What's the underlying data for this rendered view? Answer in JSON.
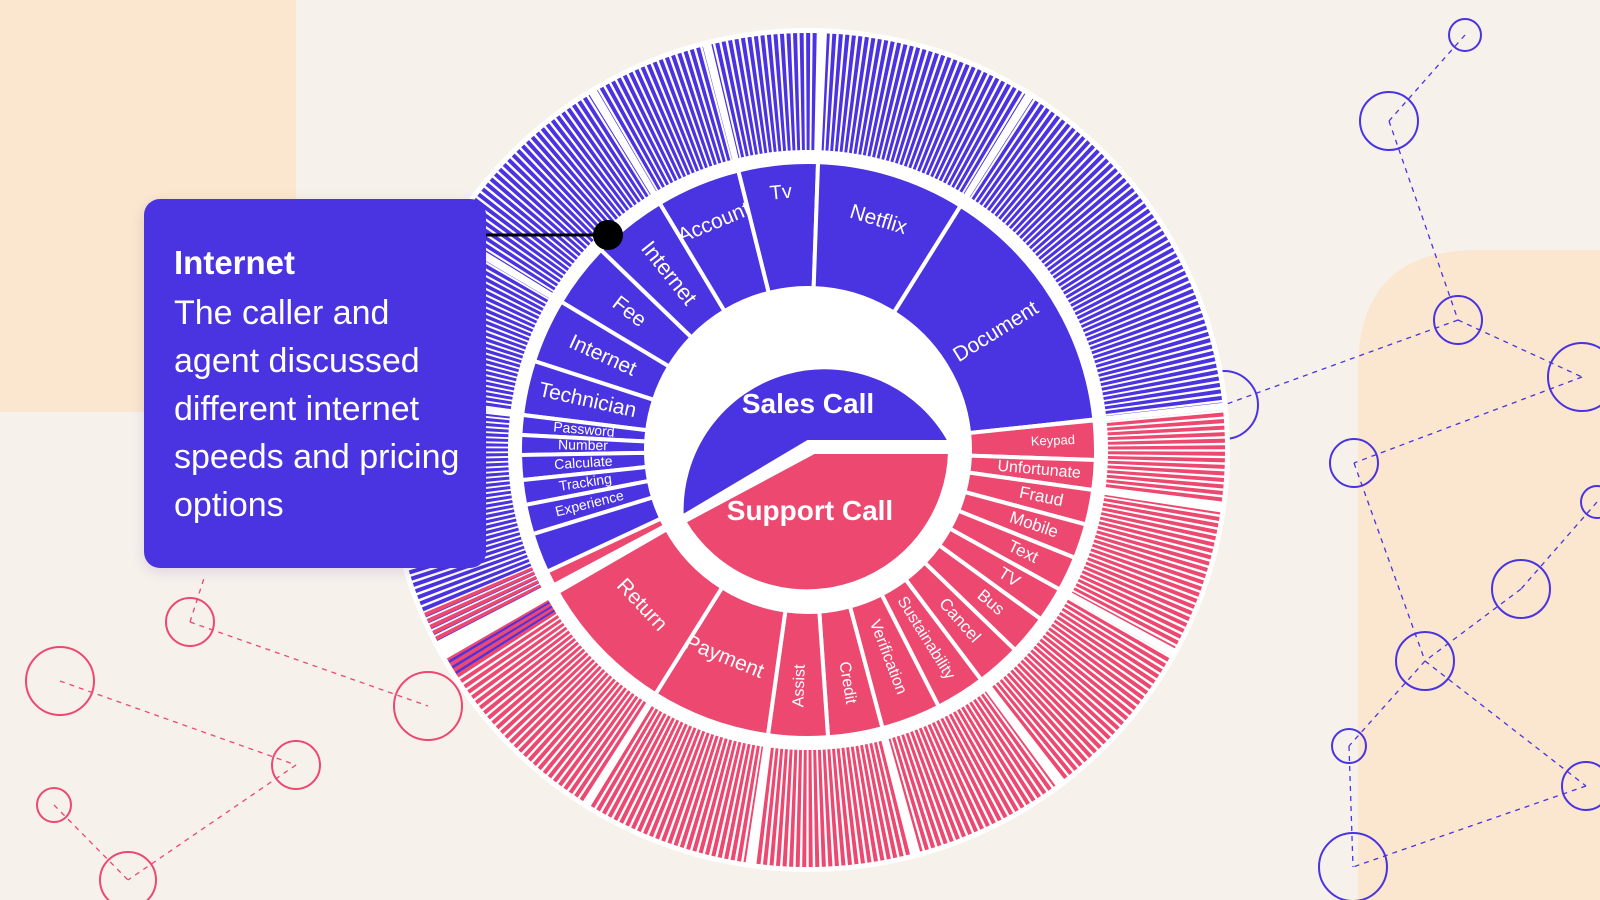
{
  "tooltip": {
    "title": "Internet",
    "description": "The caller and agent discussed different internet speeds and pricing options"
  },
  "colors": {
    "sales": "#4a33e0",
    "support": "#ec4870",
    "background": "#f7f1ec",
    "blob": "#fbe6cf",
    "divider": "#ffffff"
  },
  "chart_data": {
    "type": "sunburst",
    "title": "",
    "root": [
      {
        "name": "Sales Call",
        "color": "#4a33e0",
        "children": [
          "Internet",
          "Account",
          "Tv",
          "Netflix",
          "Document",
          "Fee",
          "Internet",
          "Technician",
          "Password",
          "Number",
          "Calculate",
          "Tracking",
          "Experience"
        ]
      },
      {
        "name": "Support Call",
        "color": "#ec4870",
        "children": [
          "Keypad",
          "Unfortunate",
          "Fraud",
          "Mobile",
          "Text",
          "TV",
          "Bus",
          "Cancel",
          "Sustainability",
          "Verification",
          "Credit",
          "Assist",
          "Payment",
          "Return"
        ]
      }
    ],
    "highlighted": "Internet"
  }
}
